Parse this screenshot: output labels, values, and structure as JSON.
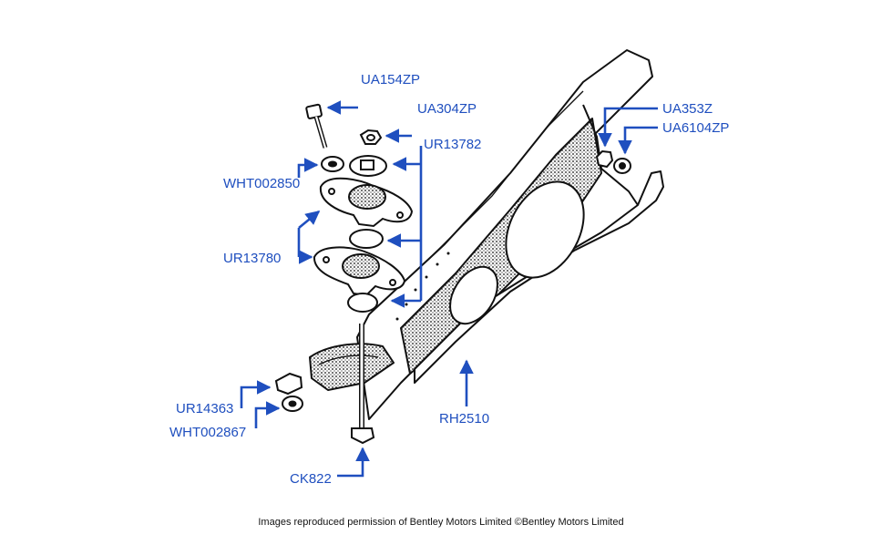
{
  "parts": {
    "ua154zp": "UA154ZP",
    "ua304zp": "UA304ZP",
    "ur13782": "UR13782",
    "wht002850": "WHT002850",
    "ur13780": "UR13780",
    "ua353z": "UA353Z",
    "ua6104zp": "UA6104ZP",
    "ur14363": "UR14363",
    "wht002867": "WHT002867",
    "rh2510": "RH2510",
    "ck822": "CK822"
  },
  "caption": "Images reproduced permission of Bentley Motors Limited ©Bentley Motors Limited",
  "colors": {
    "label": "#1f4fbf",
    "arrow": "#1f4fbf",
    "drawing": "#111111"
  }
}
